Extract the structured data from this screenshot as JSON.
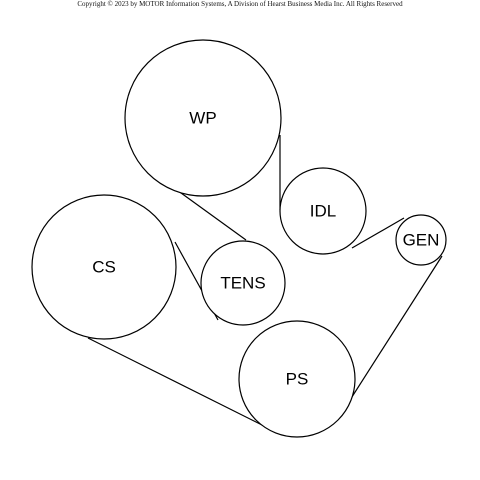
{
  "copyright": "Copyright © 2023 by MOTOR Information Systems, A Division of Hearst Business Media Inc. All Rights Reserved",
  "pulleys": {
    "wp": "WP",
    "idl": "IDL",
    "gen": "GEN",
    "cs": "CS",
    "tens": "TENS",
    "ps": "PS"
  }
}
